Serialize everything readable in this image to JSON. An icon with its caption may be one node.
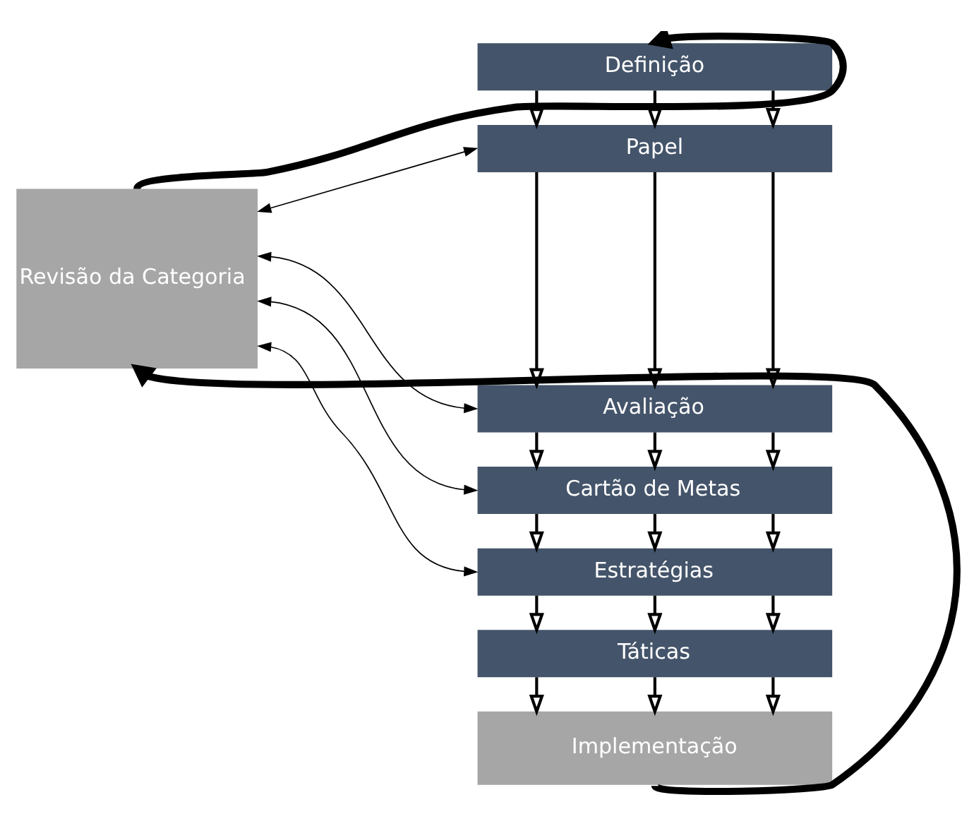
{
  "diagram": {
    "nodes": [
      {
        "text": [
          "Revisão da Categoria"
        ]
      },
      {
        "text": [
          "Definição"
        ]
      },
      {
        "text": [
          "Papel"
        ]
      },
      {
        "text": [
          "Avaliação"
        ]
      },
      {
        "text": [
          "Cartão de Metas"
        ]
      },
      {
        "text": [
          "Estratégias"
        ]
      },
      {
        "text": [
          "Táticas"
        ]
      },
      {
        "text": [
          "Implementação"
        ]
      }
    ],
    "edges": [
      {
        "from": 0,
        "to": 1,
        "arrow": "to",
        "style": "thick"
      },
      {
        "from": 0,
        "to": 2,
        "arrow": "both"
      },
      {
        "from": 0,
        "to": 3,
        "arrow": "both"
      },
      {
        "from": 0,
        "to": 4,
        "arrow": "both"
      },
      {
        "from": 0,
        "to": 5,
        "arrow": "both"
      },
      {
        "from": 1,
        "to": 2,
        "arrow": "to"
      },
      {
        "from": 1,
        "to": 2,
        "arrow": "to"
      },
      {
        "from": 1,
        "to": 2,
        "arrow": "to"
      },
      {
        "from": 2,
        "to": 3,
        "arrow": "to"
      },
      {
        "from": 2,
        "to": 3,
        "arrow": "to"
      },
      {
        "from": 2,
        "to": 3,
        "arrow": "to"
      },
      {
        "from": 3,
        "to": 4,
        "arrow": "to"
      },
      {
        "from": 3,
        "to": 4,
        "arrow": "to"
      },
      {
        "from": 3,
        "to": 4,
        "arrow": "to"
      },
      {
        "from": 4,
        "to": 5,
        "arrow": "to"
      },
      {
        "from": 4,
        "to": 5,
        "arrow": "to"
      },
      {
        "from": 4,
        "to": 5,
        "arrow": "to"
      },
      {
        "from": 5,
        "to": 6,
        "arrow": "to"
      },
      {
        "from": 5,
        "to": 6,
        "arrow": "to"
      },
      {
        "from": 5,
        "to": 6,
        "arrow": "to"
      },
      {
        "from": 6,
        "to": 7,
        "arrow": "to"
      },
      {
        "from": 6,
        "to": 7,
        "arrow": "to"
      },
      {
        "from": 6,
        "to": 7,
        "arrow": "to"
      },
      {
        "from": 7,
        "to": 0,
        "arrow": "to",
        "style": "thick"
      }
    ]
  }
}
